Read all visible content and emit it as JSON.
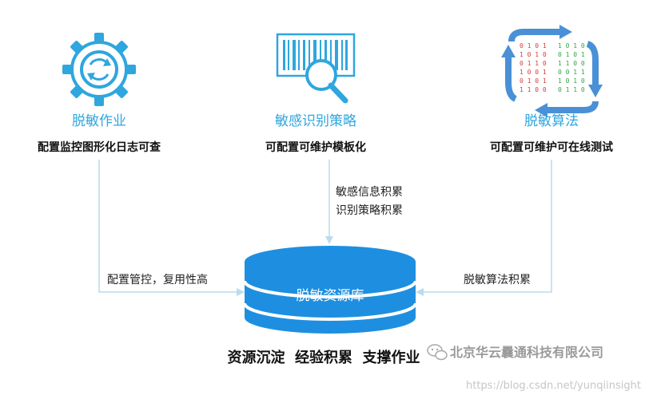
{
  "modules": [
    {
      "title": "脱敏作业",
      "caption": "配置监控图形化日志可查",
      "icon": "gear-icon"
    },
    {
      "title": "敏感识别策略",
      "caption": "可配置可维护模板化",
      "icon": "barcode-magnifier-icon"
    },
    {
      "title": "脱敏算法",
      "caption": "可配置可维护可在线测试",
      "icon": "binary-cycle-icon"
    }
  ],
  "flows": {
    "left": "配置管控，复用性高",
    "middle_line1": "敏感信息积累",
    "middle_line2": "识别策略积累",
    "right": "脱敏算法积累"
  },
  "database": {
    "label": "脱敏资源库",
    "icon": "database-icon"
  },
  "bottom_text": "资源沉淀  经验积累  支撑作业",
  "watermark": {
    "company": "北京华云曩通科技有限公司",
    "url": "https://blog.csdn.net/yunqiinsight",
    "icon": "wechat-icon"
  },
  "colors": {
    "accent": "#2fa6de",
    "db_blue": "#1e8fe0",
    "line": "#b9dcee"
  }
}
